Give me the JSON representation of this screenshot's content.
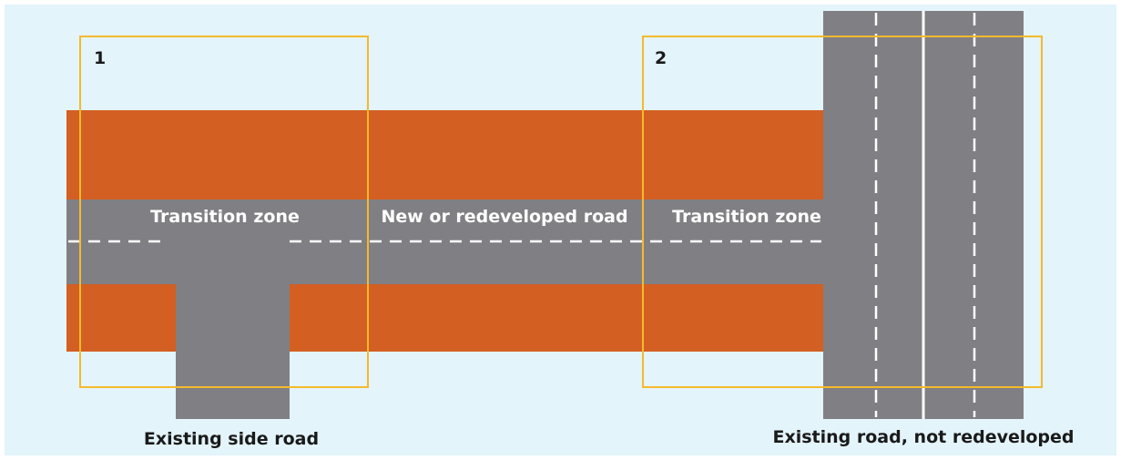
{
  "colors": {
    "background": "#e3f4fa",
    "frame": "#ffffff",
    "road_surface": "#808084",
    "development": "#d35f22",
    "lane_marking": "#ffffff",
    "zone_outline": "#f6b92c",
    "label_text": "#1a1a1a",
    "road_label_text": "#ffffff"
  },
  "zones": [
    {
      "number": "1",
      "label": "Transition zone"
    },
    {
      "number": "2",
      "label": "Transition zone"
    }
  ],
  "road_labels": {
    "new_road": "New or redeveloped road"
  },
  "captions": {
    "side_road": "Existing side road",
    "existing_road": "Existing road, not redeveloped"
  }
}
